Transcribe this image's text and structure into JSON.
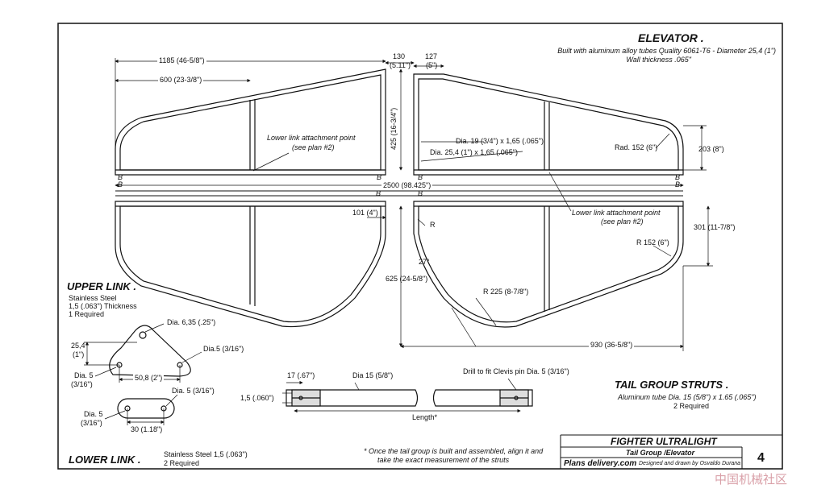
{
  "title_block": {
    "main_title": "FIGHTER ULTRALIGHT",
    "subtitle": "Tail Group /Elevator",
    "website": "Plans delivery.com",
    "credit": "Designed and drawn by Osvaldo Durana",
    "page_number": "4"
  },
  "elevator": {
    "heading": "ELEVATOR .",
    "note_line1": "Built with aluminum alloy tubes Quality 6061-T6 - Diameter 25,4 (1\")",
    "note_line2": "Wall thickness .065\""
  },
  "dimensions": {
    "d1185": "1185 (46-5/8\")",
    "d600": "600 (23-3/8\")",
    "d130": "130",
    "d130b": "(5.11\")",
    "d127": "127",
    "d127b": "(5\")",
    "d425": "425 (16-3/4\")",
    "d203": "203 (8\")",
    "rad152a": "Rad. 152 (6\")",
    "dia19": "Dia. 19 (3/4\") x 1,65 (.065\")",
    "dia254": "Dia. 25,4 (1\") x 1,65 (.065\")",
    "d2500": "2500 (98.425\")",
    "d101": "101 (4\")",
    "r_label": "R",
    "d27": "27°",
    "d625": "625 (24-5/8\")",
    "r225": "R 225 (8-7/8\")",
    "r152b": "R 152 (6\")",
    "d301": "301 (11-7/8\")",
    "d930": "930 (36-5/8\")",
    "b": "B"
  },
  "link_notes": {
    "top_line1": "Lower link attachment point",
    "top_line2": "(see plan #2)",
    "bottom_line1": "Lower link attachment point",
    "bottom_line2": "(see plan #2)"
  },
  "upper_link": {
    "heading": "UPPER LINK .",
    "material": "Stainless Steel",
    "thickness": "1,5 (.063\") Thickness",
    "qty": "1 Required",
    "dia635": "Dia. 6,35 (.25\")",
    "dia5a": "Dia.5 (3/16\")",
    "d254": "25,4",
    "d254b": "(1\")",
    "dia5b": "Dia. 5",
    "dia5b2": "(3/16\")",
    "d508": "50,8 (2\")"
  },
  "lower_link": {
    "heading": "LOWER LINK .",
    "material": "Stainless Steel 1,5 (.063\")",
    "qty": "2 Required",
    "dia5a": "Dia. 5 (3/16\")",
    "dia5b": "Dia. 5",
    "dia5b2": "(3/16\")",
    "d30": "30 (1.18\")"
  },
  "struts": {
    "heading": "TAIL GROUP STRUTS .",
    "material": "Aluminum tube Dia. 15 (5/8\") x 1.65 (.065\")",
    "qty": "2 Required",
    "d17": "17 (.67\")",
    "dia15": "Dia 15 (5/8\")",
    "drill": "Drill to fit Clevis pin Dia. 5 (3/16\")",
    "d15": "1,5 (.060\")",
    "length": "Length*"
  },
  "footnote": {
    "line1": "* Once the tail group is built and assembled, align it and",
    "line2": "take the exact measurement of the struts"
  },
  "watermark": "中国机械社区"
}
